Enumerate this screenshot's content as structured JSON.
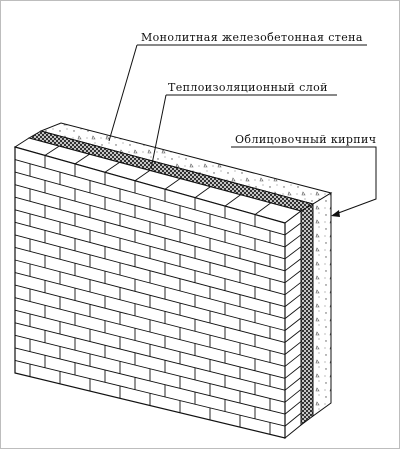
{
  "diagram": {
    "callouts": [
      {
        "id": "monolithic-wall",
        "label": "Монолитная   железобетонная   стена"
      },
      {
        "id": "insulation-layer",
        "label": "Теплоизоляционный    слой"
      },
      {
        "id": "facing-brick",
        "label": "Облицовочный   кирпич"
      }
    ]
  },
  "colors": {
    "ink": "#111111",
    "brick_face": "#ffffff",
    "insulation_fill": "#333333",
    "concrete_dots": "#555555"
  }
}
